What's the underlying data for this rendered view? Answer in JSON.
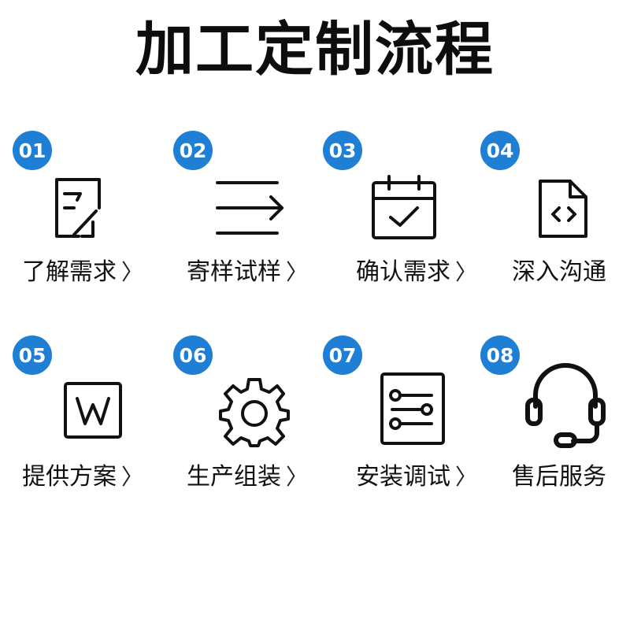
{
  "title": "加工定制流程",
  "accent_color": "#1f7fd4",
  "steps": [
    {
      "number": "01",
      "label": "了解需求",
      "arrow": "〉",
      "icon": "form-edit-icon"
    },
    {
      "number": "02",
      "label": "寄样试样",
      "arrow": "〉",
      "icon": "arrow-right-lines-icon"
    },
    {
      "number": "03",
      "label": "确认需求",
      "arrow": "〉",
      "icon": "calendar-check-icon"
    },
    {
      "number": "04",
      "label": "深入沟通",
      "arrow": "",
      "icon": "code-file-icon"
    },
    {
      "number": "05",
      "label": "提供方案",
      "arrow": "〉",
      "icon": "word-document-icon"
    },
    {
      "number": "06",
      "label": "生产组装",
      "arrow": "〉",
      "icon": "gear-icon"
    },
    {
      "number": "07",
      "label": "安装调试",
      "arrow": "〉",
      "icon": "settings-sliders-icon"
    },
    {
      "number": "08",
      "label": "售后服务",
      "arrow": "",
      "icon": "headset-icon"
    }
  ]
}
